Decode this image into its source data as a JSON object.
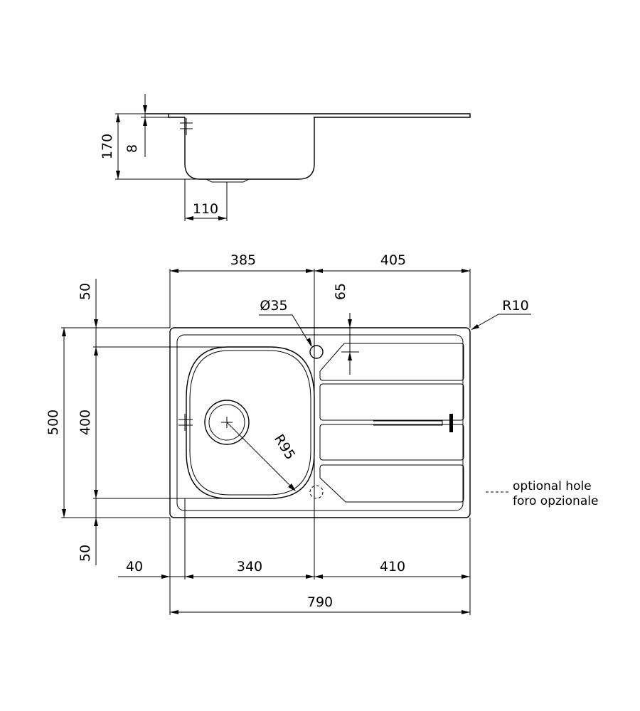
{
  "side_view": {
    "dim_height_total": "170",
    "dim_deck_thickness": "8",
    "dim_drain_offset": "110"
  },
  "top_view": {
    "dim_bowl_width": "385",
    "dim_drainer_width": "405",
    "dim_top_margin": "50",
    "dim_bottom_margin": "50",
    "dim_total_depth": "500",
    "dim_bowl_depth": "400",
    "dim_tap_hole_offset": "65",
    "dim_tap_hole_diameter": "Ø35",
    "dim_corner_radius": "R10",
    "dim_bowl_radius": "R95",
    "dim_left_margin": "40",
    "dim_bowl_inner_width": "340",
    "dim_drainer_inner_width": "410",
    "dim_total_width": "790"
  },
  "legend": {
    "line1": "optional hole",
    "line2": "foro opzionale"
  }
}
